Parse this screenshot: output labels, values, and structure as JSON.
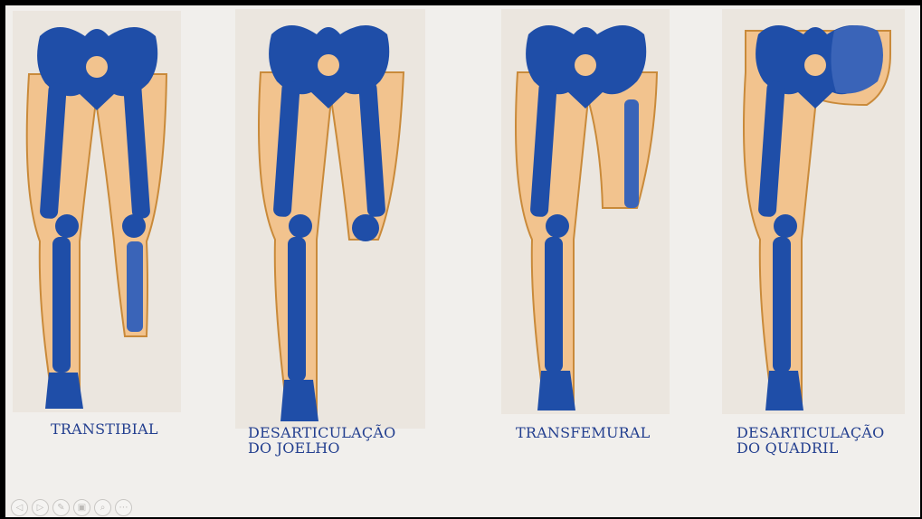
{
  "captions": {
    "transtibial": "TRANSTIBIAL",
    "knee_line1": "DESARTICULAÇÃO",
    "knee_line2": "DO JOELHO",
    "transfemural": "TRANSFEMURAL",
    "hip_line1": "DESARTICULAÇÃO",
    "hip_line2": "DO QUADRIL"
  },
  "colors": {
    "bone": "#1f4ea8",
    "skin": "#f2c38e",
    "outline": "#c98a3a",
    "text": "#233f8f"
  },
  "toolbar": {
    "icons": [
      "previous-icon",
      "next-icon",
      "pen-icon",
      "slides-icon",
      "zoom-icon",
      "more-icon"
    ]
  }
}
